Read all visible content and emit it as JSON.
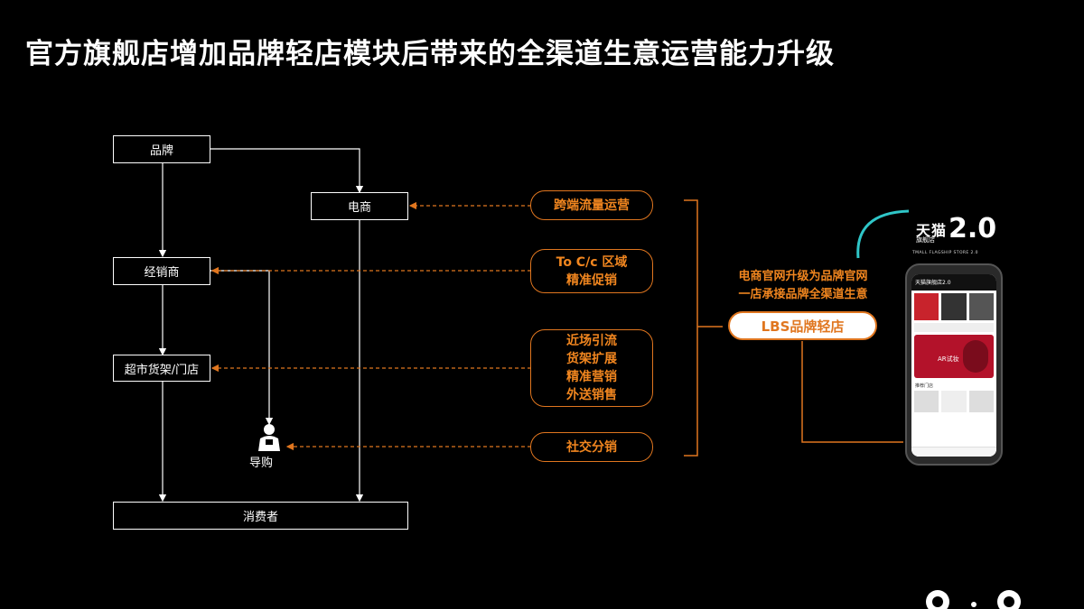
{
  "title": "官方旗舰店增加品牌轻店模块后带来的全渠道生意运营能力升级",
  "nodes": {
    "brand": "品牌",
    "ecommerce": "电商",
    "dealer": "经销商",
    "retail": "超市货架/门店",
    "guide": "导购",
    "consumer": "消费者"
  },
  "capabilities": {
    "cross_traffic": [
      "跨端流量运营"
    ],
    "toc_region": [
      "To C/c 区域",
      "精准促销"
    ],
    "nearby": [
      "近场引流",
      "货架扩展",
      "精准营销",
      "外送销售"
    ],
    "social": [
      "社交分销"
    ]
  },
  "upgrade_text": [
    "电商官网升级为品牌官网",
    "一店承接品牌全渠道生意"
  ],
  "lbs_label": "LBS品牌轻店",
  "logo": {
    "brand_text": "天猫",
    "sub_text": "旗舰店",
    "version": "2.0",
    "tiny_text": "TMALL FLAGSHIP STORE 2.0"
  },
  "phone_screen": {
    "store_name": "天猫旗舰店2.0",
    "banner_text": "AR试妆",
    "section_label": "推荐门店"
  },
  "colors": {
    "accent": "#e0761f",
    "background": "#000000",
    "line": "#ffffff"
  }
}
